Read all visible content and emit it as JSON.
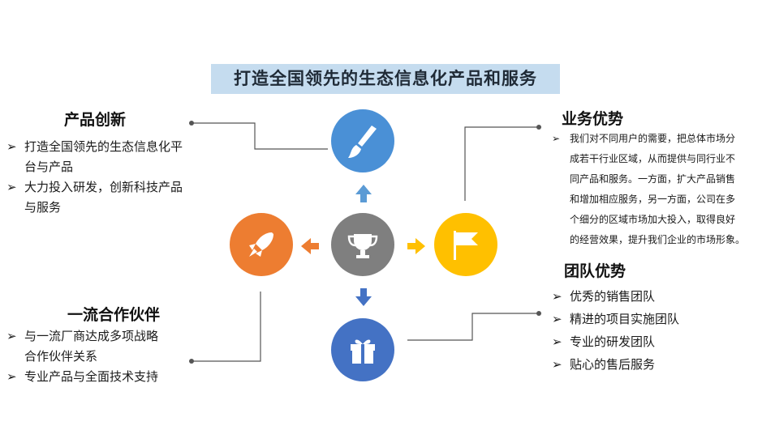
{
  "title": "打造全国领先的生态信息化产品和服务",
  "colors": {
    "title_bg": "#c5dcef",
    "top": "#4a90d6",
    "left": "#ed7d31",
    "center": "#7f7f7f",
    "right": "#ffc000",
    "bottom": "#4472c4"
  },
  "icons": {
    "top": "paintbrush-icon",
    "left": "rocket-icon",
    "center": "trophy-icon",
    "right": "flag-icon",
    "bottom": "gift-icon"
  },
  "marker": "➢",
  "product_innovation": {
    "heading": "产品创新",
    "items": [
      {
        "line1": "打造全国领先的生态信息化平",
        "line2": "台与产品"
      },
      {
        "line1": "大力投入研发，创新科技产品",
        "line2": "与服务"
      }
    ]
  },
  "partners": {
    "heading": "一流合作伙伴",
    "items": [
      {
        "line1": "与一流厂商达成多项战略",
        "line2": "合作伙伴关系"
      },
      {
        "line1": "专业产品与全面技术支持",
        "line2": ""
      }
    ]
  },
  "business": {
    "heading": "业务优势",
    "lines": [
      "我们对不同用户的需要，把总体市场分",
      "成若干行业区域，从而提供与同行业不",
      "同产品和服务。一方面，扩大产品销售",
      "和增加相应服务，另一方面，公司在多",
      "个细分的区域市场加大投入，取得良好",
      "的经营效果，提升我们企业的市场形象。"
    ]
  },
  "team": {
    "heading": "团队优势",
    "items": [
      "优秀的销售团队",
      "精进的项目实施团队",
      "专业的研发团队",
      "贴心的售后服务"
    ]
  }
}
